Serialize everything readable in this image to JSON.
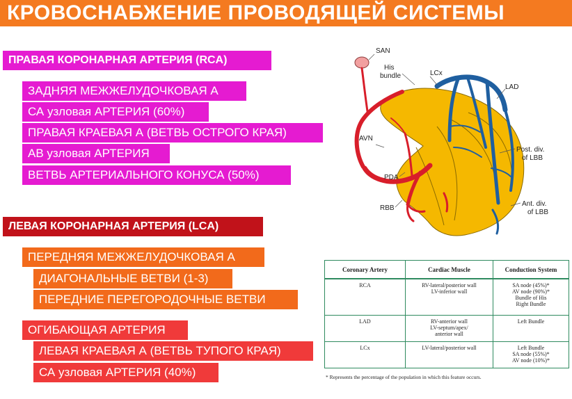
{
  "title": "КРОВОСНАБЖЕНИЕ ПРОВОДЯЩЕЙ СИСТЕМЫ",
  "rca": {
    "heading": "ПРАВАЯ КОРОНАРНАЯ АРТЕРИЯ (RCA)",
    "items": [
      "ЗАДНЯЯ МЕЖЖЕЛУДОЧКОВАЯ А",
      "СА узловая АРТЕРИЯ (60%)",
      "ПРАВАЯ КРАЕВАЯ А (ВЕТВЬ ОСТРОГО КРАЯ)",
      "АВ узловая АРТЕРИЯ",
      "ВЕТВЬ АРТЕРИАЛЬНОГО КОНУСА (50%)"
    ]
  },
  "lca": {
    "heading": "ЛЕВАЯ КОРОНАРНАЯ АРТЕРИЯ (LCA)",
    "lad_items": [
      "ПЕРЕДНЯЯ МЕЖЖЕЛУДОЧКОВАЯ А",
      "ДИАГОНАЛЬНЫЕ ВЕТВИ (1-3)",
      "ПЕРЕДНИЕ ПЕРЕГОРОДОЧНЫЕ ВЕТВИ"
    ],
    "lcx_items": [
      "ОГИБАЮЩАЯ АРТЕРИЯ",
      "ЛЕВАЯ КРАЕВАЯ А (ВЕТВЬ ТУПОГО КРАЯ)",
      "СА узловая АРТЕРИЯ (40%)"
    ]
  },
  "colors": {
    "title_bar": "#f47a20",
    "rca": "#e51bd1",
    "lca_heading": "#c1121a",
    "lad": "#f26a1b",
    "lcx": "#f03a3a",
    "artery_red": "#d81e2a",
    "artery_blue": "#1f5fa0",
    "conduction_yellow": "#f5b800"
  },
  "diagram": {
    "labels": {
      "san": "SAN",
      "his_1": "His",
      "his_2": "bundle",
      "lcx": "LCx",
      "lad": "LAD",
      "avn": "AVN",
      "post_1": "Post. div.",
      "post_2": "of LBB",
      "pda": "PDA",
      "rbb": "RBB",
      "ant_1": "Ant. div.",
      "ant_2": "of LBB"
    }
  },
  "table": {
    "headers": [
      "Coronary Artery",
      "Cardiac Muscle",
      "Conduction System"
    ],
    "rows": [
      {
        "artery": "RCA",
        "muscle": [
          "RV-lateral/posterior wall",
          "LV-inferior wall"
        ],
        "conduction": [
          "SA node (45%)*",
          "AV node (90%)*",
          "Bundle of His",
          "Right Bundle"
        ]
      },
      {
        "artery": "LAD",
        "muscle": [
          "RV-anterior wall",
          "LV-septum/apex/",
          "anterior wall"
        ],
        "conduction": [
          "Left Bundle"
        ]
      },
      {
        "artery": "LCx",
        "muscle": [
          "LV-lateral/posterior wall"
        ],
        "conduction": [
          "Left Bundle",
          "SA node (55%)*",
          "AV node (10%)*"
        ]
      }
    ],
    "footnote": "* Represents the percentage of the population in which this feature occurs."
  }
}
